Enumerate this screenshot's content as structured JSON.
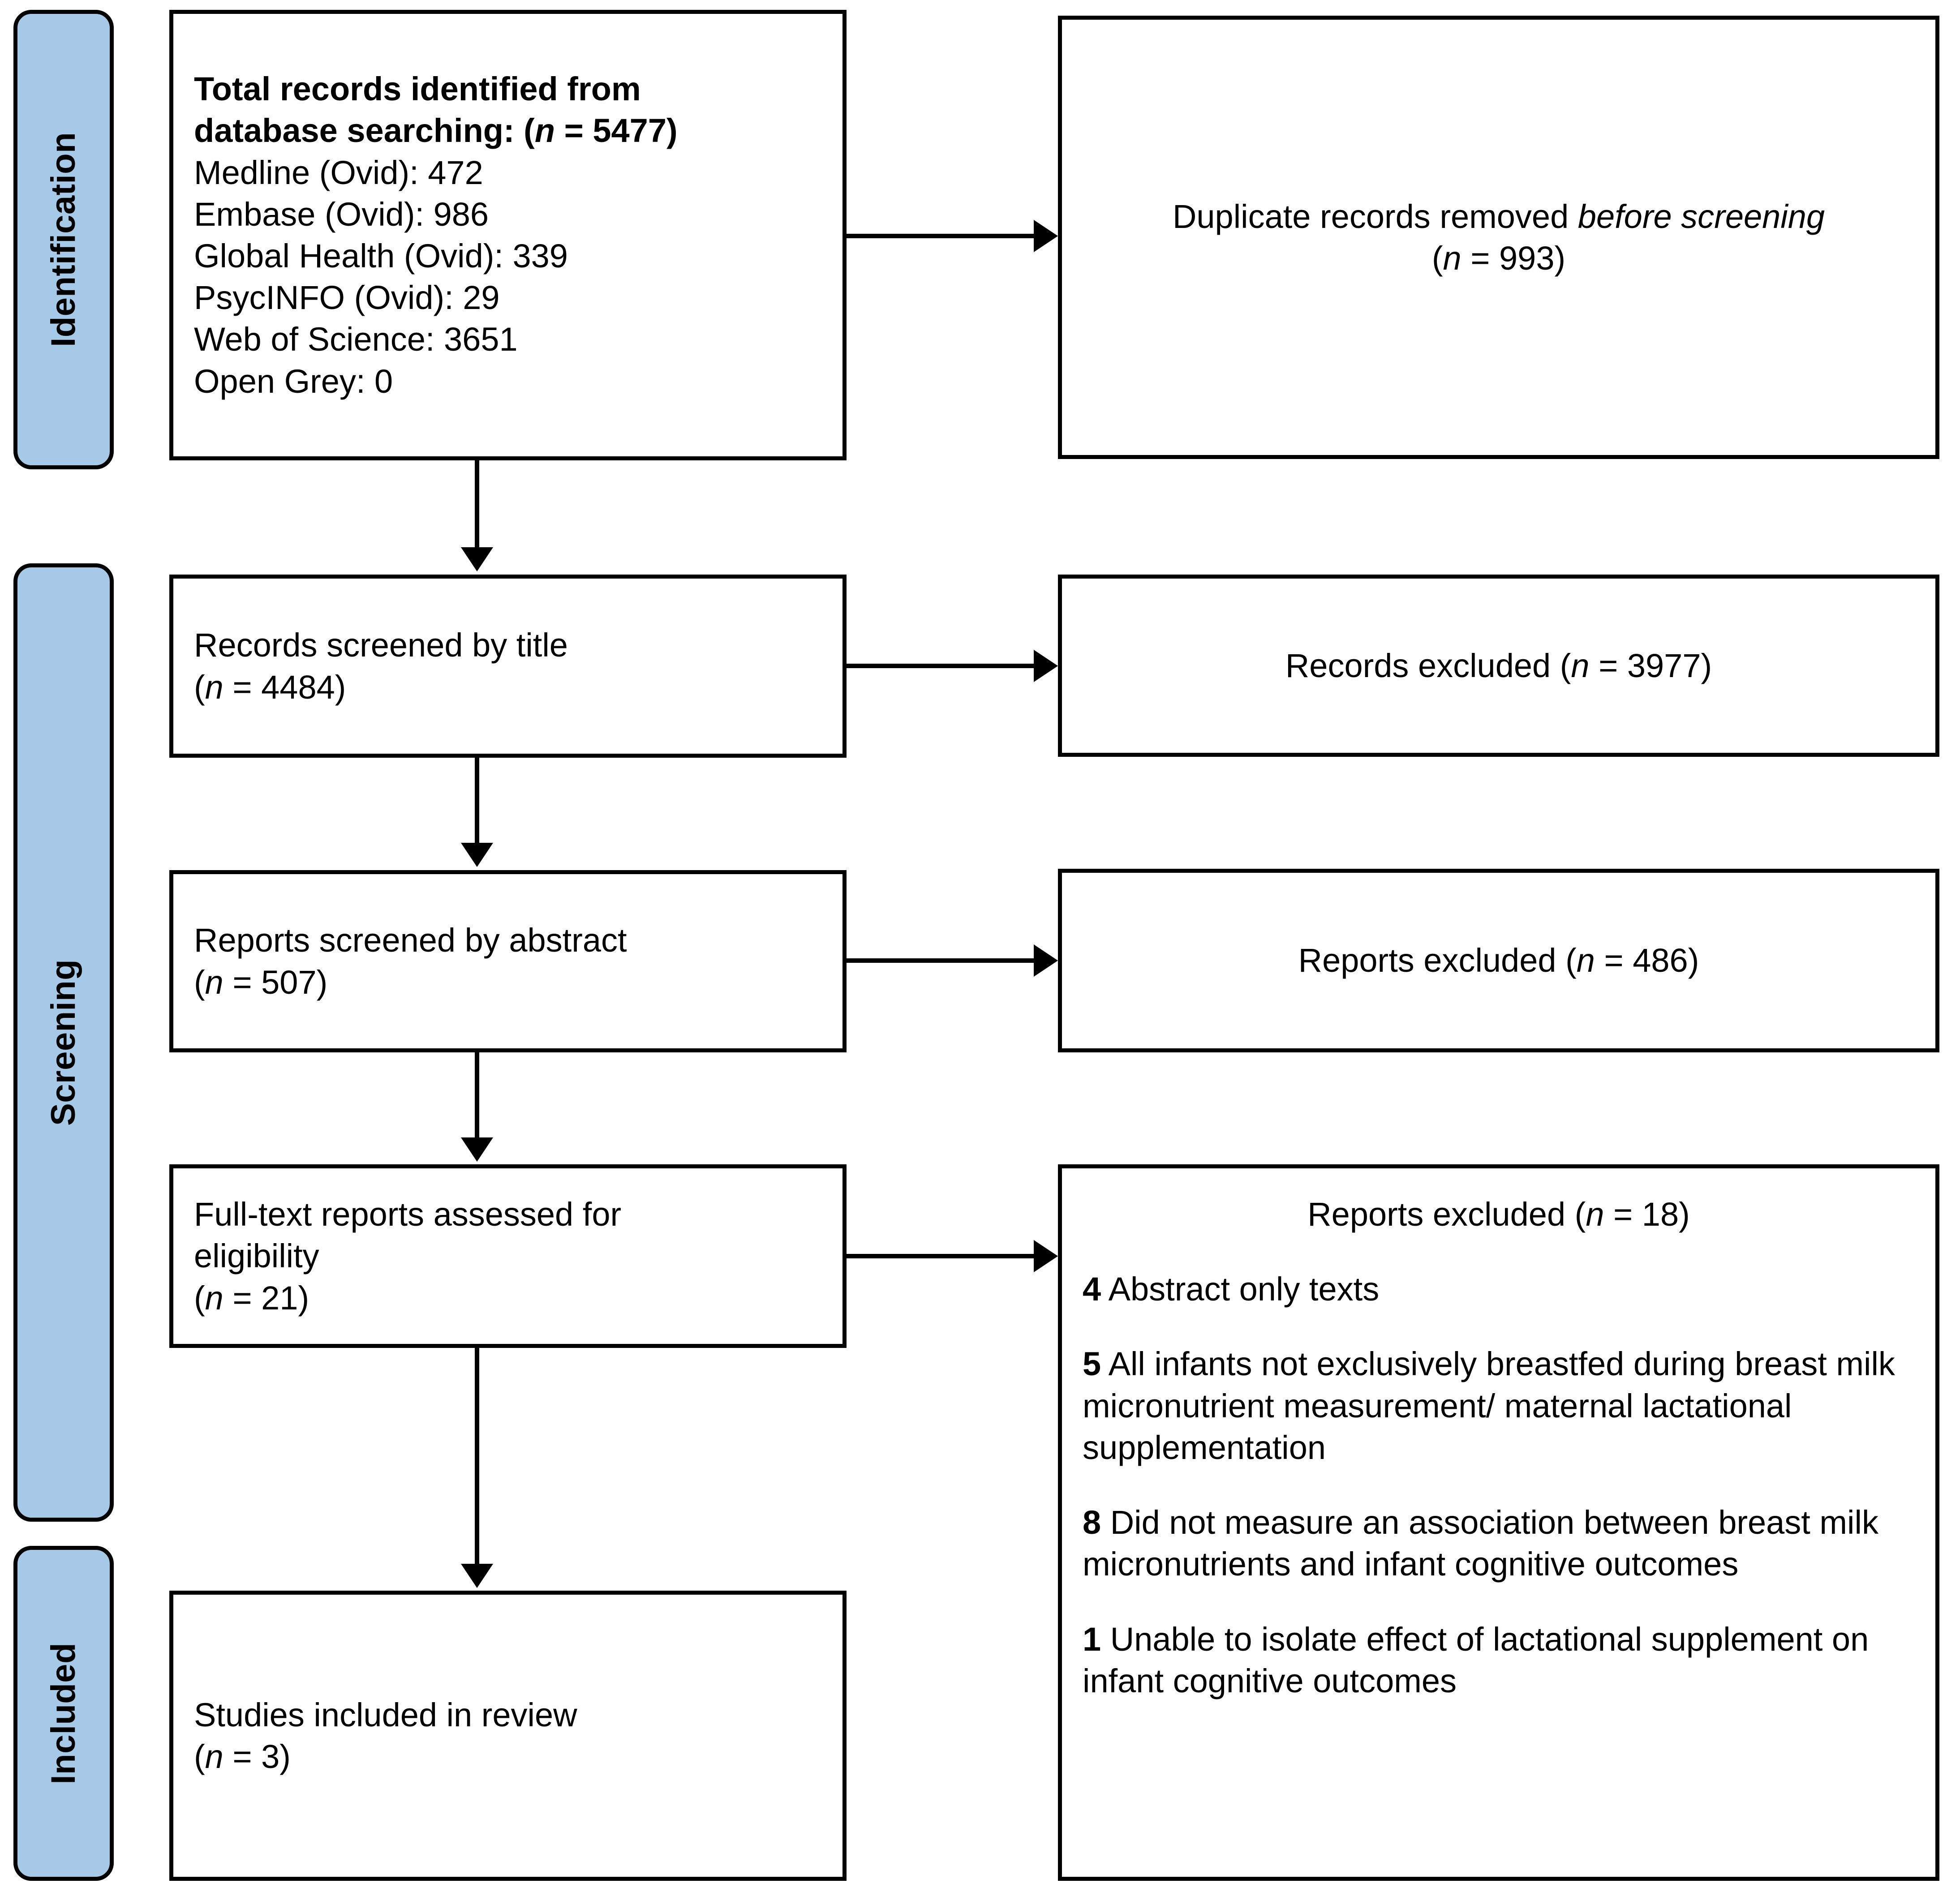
{
  "diagram": {
    "type": "prisma-flow-diagram",
    "accent_color": "#A6C9E8",
    "line_color": "#000000",
    "background_color": "#FFFFFF"
  },
  "stages": [
    {
      "id": "identification",
      "label": "Identification"
    },
    {
      "id": "screening",
      "label": "Screening"
    },
    {
      "id": "included",
      "label": "Included"
    }
  ],
  "boxes": {
    "identified": {
      "title_line1": "Total records identified from",
      "title_line2_prefix": "database searching: (",
      "title_n_italic": "n",
      "title_line2_suffix": " = 5477)",
      "sources": [
        "Medline (Ovid): 472",
        "Embase (Ovid): 986",
        "Global Health (Ovid): 339",
        "PsycINFO (Ovid): 29",
        "Web of Science: 3651",
        "Open Grey: 0"
      ]
    },
    "duplicates_removed": {
      "line1_text": "Duplicate records removed ",
      "line1_italic": "before screening",
      "count_prefix": "(",
      "count_italic": "n",
      "count_suffix": " = 993)"
    },
    "screened_title": {
      "line1": "Records screened by title",
      "count_prefix": "(",
      "count_italic": "n",
      "count_suffix": " = 4484)"
    },
    "records_excluded": {
      "prefix": "Records excluded (",
      "italic": "n",
      "suffix": " = 3977)"
    },
    "screened_abstract": {
      "line1": "Reports screened by abstract",
      "count_prefix": "(",
      "count_italic": "n",
      "count_suffix": " = 507)"
    },
    "reports_excluded_abstract": {
      "prefix": "Reports excluded (",
      "italic": "n",
      "suffix": " = 486)"
    },
    "fulltext_assessed": {
      "line1": "Full-text reports assessed for",
      "line2": "eligibility",
      "count_prefix": "(",
      "count_italic": "n",
      "count_suffix": " = 21)"
    },
    "reports_excluded_fulltext": {
      "title_prefix": "Reports excluded (",
      "title_italic": "n",
      "title_suffix": " = 18)",
      "reasons": [
        {
          "count": "4",
          "text": " Abstract only texts"
        },
        {
          "count": "5",
          "text": " All infants not exclusively breastfed during breast milk micronutrient measurement/ maternal lactational supplementation"
        },
        {
          "count": "8",
          "text": " Did not measure an association between breast milk micronutrients and infant cognitive outcomes"
        },
        {
          "count": "1",
          "text": " Unable to isolate effect of lactational supplement on infant cognitive outcomes"
        }
      ]
    },
    "studies_included": {
      "line1": "Studies included in review",
      "count_prefix": "(",
      "count_italic": "n",
      "count_suffix": " = 3)"
    }
  },
  "chart_data": {
    "type": "diagram",
    "title": "PRISMA flow diagram",
    "nodes": [
      {
        "id": "identified",
        "stage": "Identification",
        "label": "Total records identified from database searching",
        "n": 5477
      },
      {
        "id": "duplicates_removed",
        "stage": "Identification",
        "label": "Duplicate records removed before screening",
        "n": 993
      },
      {
        "id": "screened_title",
        "stage": "Screening",
        "label": "Records screened by title",
        "n": 4484
      },
      {
        "id": "records_excluded",
        "stage": "Screening",
        "label": "Records excluded",
        "n": 3977
      },
      {
        "id": "screened_abstract",
        "stage": "Screening",
        "label": "Reports screened by abstract",
        "n": 507
      },
      {
        "id": "reports_excluded_abstract",
        "stage": "Screening",
        "label": "Reports excluded",
        "n": 486
      },
      {
        "id": "fulltext_assessed",
        "stage": "Screening",
        "label": "Full-text reports assessed for eligibility",
        "n": 21
      },
      {
        "id": "reports_excluded_fulltext",
        "stage": "Screening",
        "label": "Reports excluded",
        "n": 18
      },
      {
        "id": "studies_included",
        "stage": "Included",
        "label": "Studies included in review",
        "n": 3
      }
    ],
    "sources": [
      {
        "name": "Medline (Ovid)",
        "n": 472
      },
      {
        "name": "Embase (Ovid)",
        "n": 986
      },
      {
        "name": "Global Health (Ovid)",
        "n": 339
      },
      {
        "name": "PsycINFO (Ovid)",
        "n": 29
      },
      {
        "name": "Web of Science",
        "n": 3651
      },
      {
        "name": "Open Grey",
        "n": 0
      }
    ],
    "exclusion_reasons": [
      {
        "n": 4,
        "reason": "Abstract only texts"
      },
      {
        "n": 5,
        "reason": "All infants not exclusively breastfed during breast milk micronutrient measurement/ maternal lactational supplementation"
      },
      {
        "n": 8,
        "reason": "Did not measure an association between breast milk micronutrients and infant cognitive outcomes"
      },
      {
        "n": 1,
        "reason": "Unable to isolate effect of lactational supplement on infant cognitive outcomes"
      }
    ],
    "edges": [
      {
        "from": "identified",
        "to": "duplicates_removed",
        "direction": "right"
      },
      {
        "from": "identified",
        "to": "screened_title",
        "direction": "down"
      },
      {
        "from": "screened_title",
        "to": "records_excluded",
        "direction": "right"
      },
      {
        "from": "screened_title",
        "to": "screened_abstract",
        "direction": "down"
      },
      {
        "from": "screened_abstract",
        "to": "reports_excluded_abstract",
        "direction": "right"
      },
      {
        "from": "screened_abstract",
        "to": "fulltext_assessed",
        "direction": "down"
      },
      {
        "from": "fulltext_assessed",
        "to": "reports_excluded_fulltext",
        "direction": "right"
      },
      {
        "from": "fulltext_assessed",
        "to": "studies_included",
        "direction": "down"
      }
    ]
  }
}
